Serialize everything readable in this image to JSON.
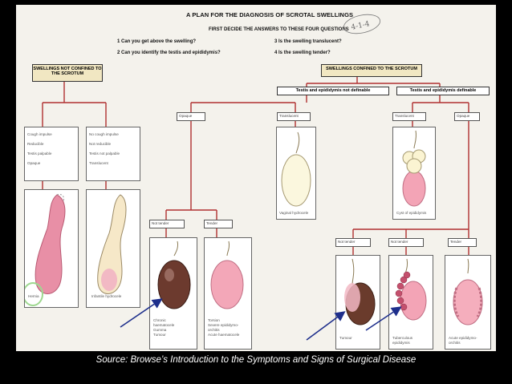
{
  "diagram": {
    "title": "A PLAN FOR THE DIAGNOSIS OF SCROTAL SWELLINGS",
    "subtitle": "FIRST DECIDE THE ANSWERS TO THESE FOUR QUESTIONS",
    "questions": [
      "1  Can you get above the swelling?",
      "2  Can you identify the testis and epididymis?",
      "3  Is the swelling translucent?",
      "4  Is the swelling tender?"
    ],
    "boxes": {
      "not_confined": "SWELLINGS NOT CONFINED TO THE SCROTUM",
      "confined": "SWELLINGS CONFINED TO THE SCROTUM",
      "not_definable": "Testis and epididymis not definable",
      "definable": "Testis and epididymis definable"
    },
    "labels": {
      "opaque_left": "Opaque",
      "translucent_left": "Translucent",
      "translucent_right": "Translucent",
      "opaque_right": "Opaque",
      "not_tender_left": "Not tender",
      "tender_left": "Tender",
      "not_tender_right": "Not tender",
      "not_tender_right2": "Not tender",
      "tender_right": "Tender"
    },
    "criteria": {
      "hernia": [
        "Cough impulse",
        "Reducible",
        "Testis palpable",
        "Opaque"
      ],
      "hydrocele": [
        "No cough impulse",
        "Not reducible",
        "Testis not palpable",
        "Translucent"
      ]
    },
    "captions": {
      "hernia": "Hernia",
      "infantile": "Infantile hydrocele",
      "vaginal": "Vaginal hydrocele",
      "cyst": "Cyst of epididymis",
      "chronic": [
        "Chronic",
        "haematocele",
        "Gumma",
        "Tumour"
      ],
      "torsion": [
        "Torsion",
        "Severe epididymo-",
        "orchitis",
        "Acute haematocele"
      ],
      "tumour": "Tumour",
      "tuberculous": [
        "Tuberculous",
        "epididymis"
      ],
      "acute": [
        "Acute epididymo-",
        "orchitis"
      ]
    },
    "handwriting": "4-1-4"
  },
  "source_caption": "Source: Browse’s Introduction to the Symptoms and Signs of Surgical Disease"
}
